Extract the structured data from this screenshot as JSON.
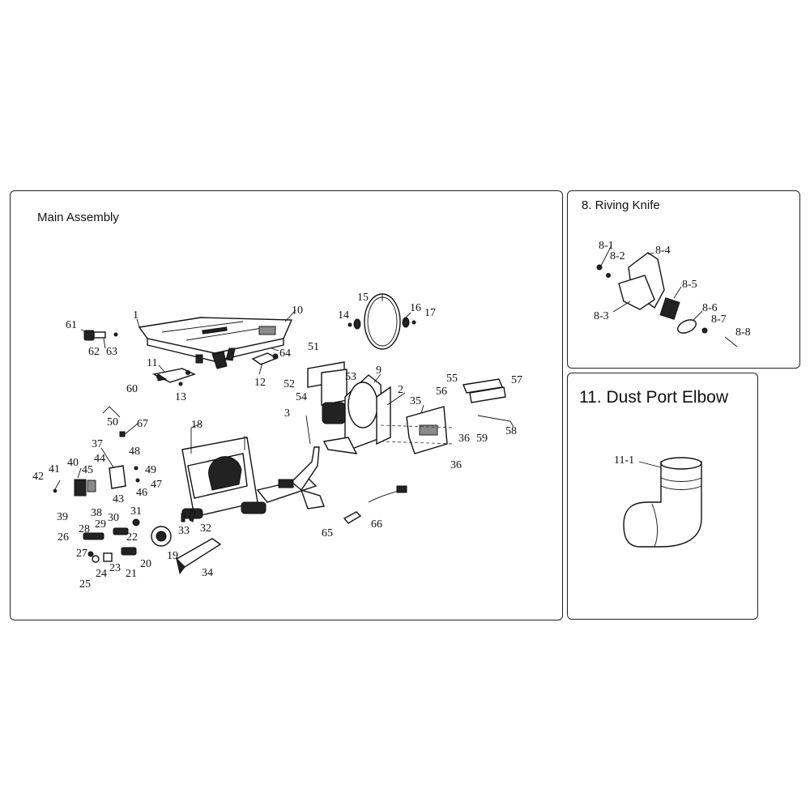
{
  "panels": {
    "main": {
      "title": "Main Assembly"
    },
    "riving": {
      "title": "8. Riving Knife"
    },
    "elbow": {
      "title": "11. Dust Port Elbow"
    }
  },
  "callouts": {
    "main": [
      "61",
      "62",
      "63",
      "1",
      "10",
      "11",
      "60",
      "13",
      "12",
      "64",
      "14",
      "15",
      "16",
      "17",
      "51",
      "52",
      "53",
      "54",
      "9",
      "2",
      "55",
      "56",
      "57",
      "35",
      "36",
      "59",
      "58",
      "36",
      "3",
      "18",
      "50",
      "67",
      "37",
      "48",
      "49",
      "44",
      "45",
      "40",
      "41",
      "42",
      "43",
      "46",
      "47",
      "39",
      "38",
      "28",
      "29",
      "30",
      "31",
      "26",
      "22",
      "27",
      "23",
      "24",
      "25",
      "21",
      "20",
      "19",
      "33",
      "32",
      "34",
      "65",
      "66"
    ],
    "riving": [
      "8-1",
      "8-2",
      "8-4",
      "8-5",
      "8-3",
      "8-6",
      "8-7",
      "8-8"
    ],
    "elbow": [
      "11-1"
    ]
  }
}
